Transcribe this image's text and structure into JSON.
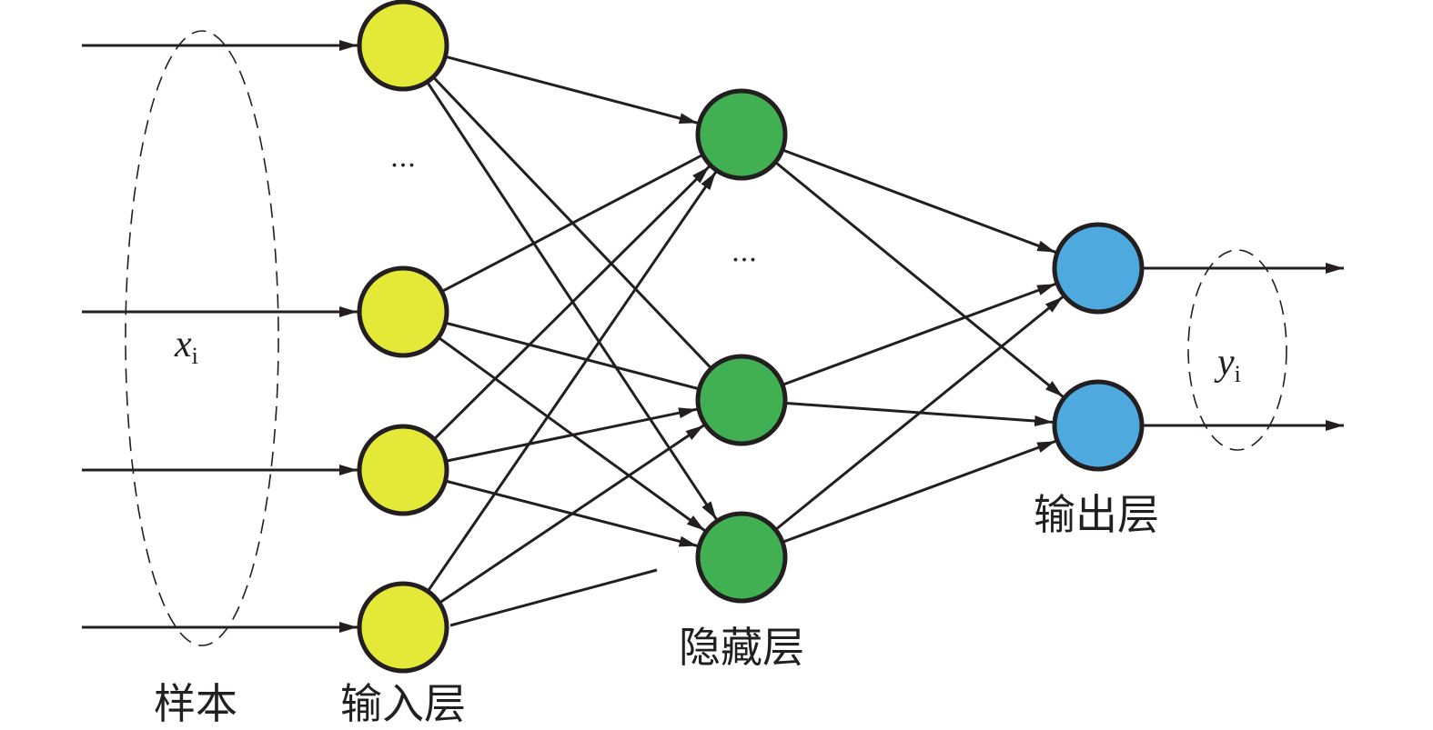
{
  "diagram": {
    "type": "neural-network",
    "colors": {
      "input": "#e4e837",
      "hidden": "#41b053",
      "output": "#4da9de",
      "stroke": "#231f20"
    },
    "labels": {
      "sample": "样本",
      "input_layer": "输入层",
      "hidden_layer": "隐藏层",
      "output_layer": "输出层",
      "x_var": "x",
      "x_sub": "i",
      "y_var": "y",
      "y_sub": "i",
      "ellipsis": "···"
    },
    "layers": {
      "input": [
        "I1",
        "I2",
        "I3",
        "I4"
      ],
      "hidden": [
        "H1",
        "H2",
        "H3"
      ],
      "output": [
        "O1",
        "O2"
      ]
    },
    "edges": [
      {
        "from": "I1",
        "to": "H1",
        "arrow": true
      },
      {
        "from": "I1",
        "to": "H2",
        "arrow": false
      },
      {
        "from": "I1",
        "to": "H3",
        "arrow": true
      },
      {
        "from": "I2",
        "to": "H1",
        "arrow": false
      },
      {
        "from": "I2",
        "to": "H2",
        "arrow": false
      },
      {
        "from": "I2",
        "to": "H3",
        "arrow": true
      },
      {
        "from": "I3",
        "to": "H1",
        "arrow": true
      },
      {
        "from": "I3",
        "to": "H2",
        "arrow": true
      },
      {
        "from": "I3",
        "to": "H3",
        "arrow": true
      },
      {
        "from": "I4",
        "to": "H1",
        "arrow": true
      },
      {
        "from": "I4",
        "to": "H2",
        "arrow": true
      },
      {
        "from": "H1",
        "to": "O1",
        "arrow": true
      },
      {
        "from": "H1",
        "to": "O2",
        "arrow": true
      },
      {
        "from": "H2",
        "to": "O1",
        "arrow": true
      },
      {
        "from": "H2",
        "to": "O2",
        "arrow": true
      },
      {
        "from": "H3",
        "to": "O1",
        "arrow": true
      },
      {
        "from": "H3",
        "to": "O2",
        "arrow": true
      }
    ]
  }
}
